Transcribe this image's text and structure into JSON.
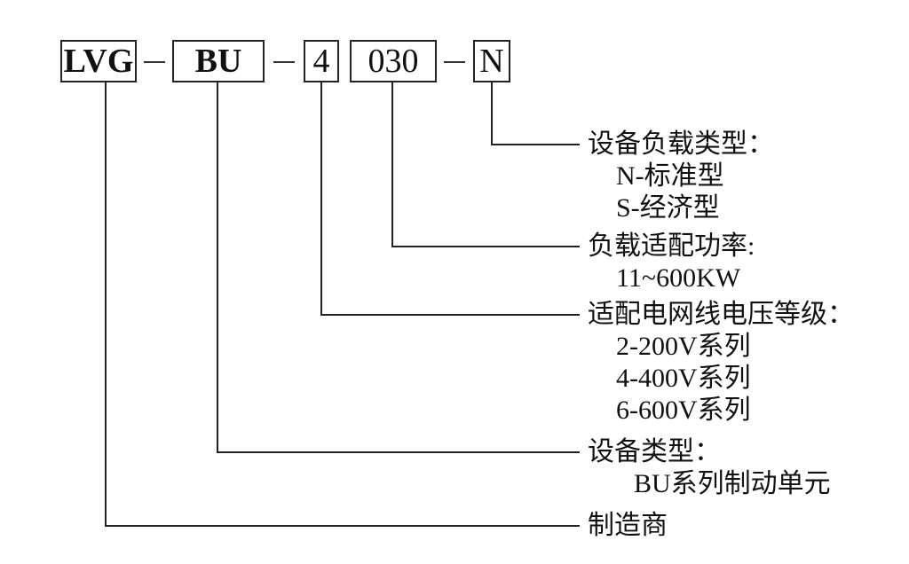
{
  "code_segments": {
    "manufacturer": "LVG",
    "device_type": "BU",
    "voltage_class": "4",
    "power": "030",
    "load_type": "N"
  },
  "separators": [
    "-",
    "-",
    "-",
    "-"
  ],
  "descriptions": {
    "load_type": {
      "title": "设备负载类型：",
      "options": [
        "N-标准型",
        "S-经济型"
      ]
    },
    "power": {
      "title": "负载适配功率:",
      "options": [
        "11~600KW"
      ]
    },
    "voltage_class": {
      "title": "适配电网线电压等级：",
      "options": [
        "2-200V系列",
        "4-400V系列",
        "6-600V系列"
      ]
    },
    "device_type": {
      "title": "设备类型：",
      "options": [
        "BU系列制动单元"
      ]
    },
    "manufacturer": {
      "title": "制造商",
      "options": []
    }
  }
}
